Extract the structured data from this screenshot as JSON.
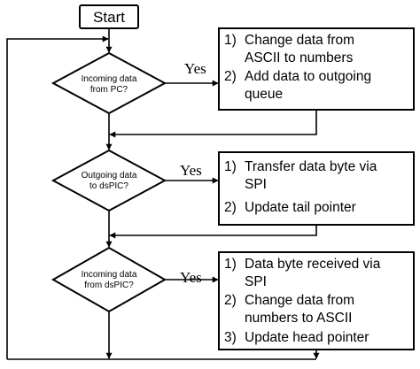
{
  "start_label": "Start",
  "decisions": [
    {
      "line1": "Incoming data",
      "line2": "from PC?",
      "yes_label": "Yes"
    },
    {
      "line1": "Outgoing data",
      "line2": "to dsPIC?",
      "yes_label": "Yes"
    },
    {
      "line1": "Incoming data",
      "line2": "from dsPIC?",
      "yes_label": "Yes"
    }
  ],
  "actions": [
    {
      "steps": [
        {
          "num": "1)",
          "lines": [
            "Change data from",
            "ASCII to numbers"
          ]
        },
        {
          "num": "2)",
          "lines": [
            "Add data to outgoing",
            "queue"
          ]
        }
      ]
    },
    {
      "steps": [
        {
          "num": "1)",
          "lines": [
            "Transfer data byte via",
            "SPI"
          ]
        },
        {
          "num": "2)",
          "lines": [
            "Update tail pointer"
          ]
        }
      ]
    },
    {
      "steps": [
        {
          "num": "1)",
          "lines": [
            "Data byte received via",
            "SPI"
          ]
        },
        {
          "num": "2)",
          "lines": [
            "Change data from",
            "numbers to ASCII"
          ]
        },
        {
          "num": "3)",
          "lines": [
            "Update head pointer"
          ]
        }
      ]
    }
  ]
}
